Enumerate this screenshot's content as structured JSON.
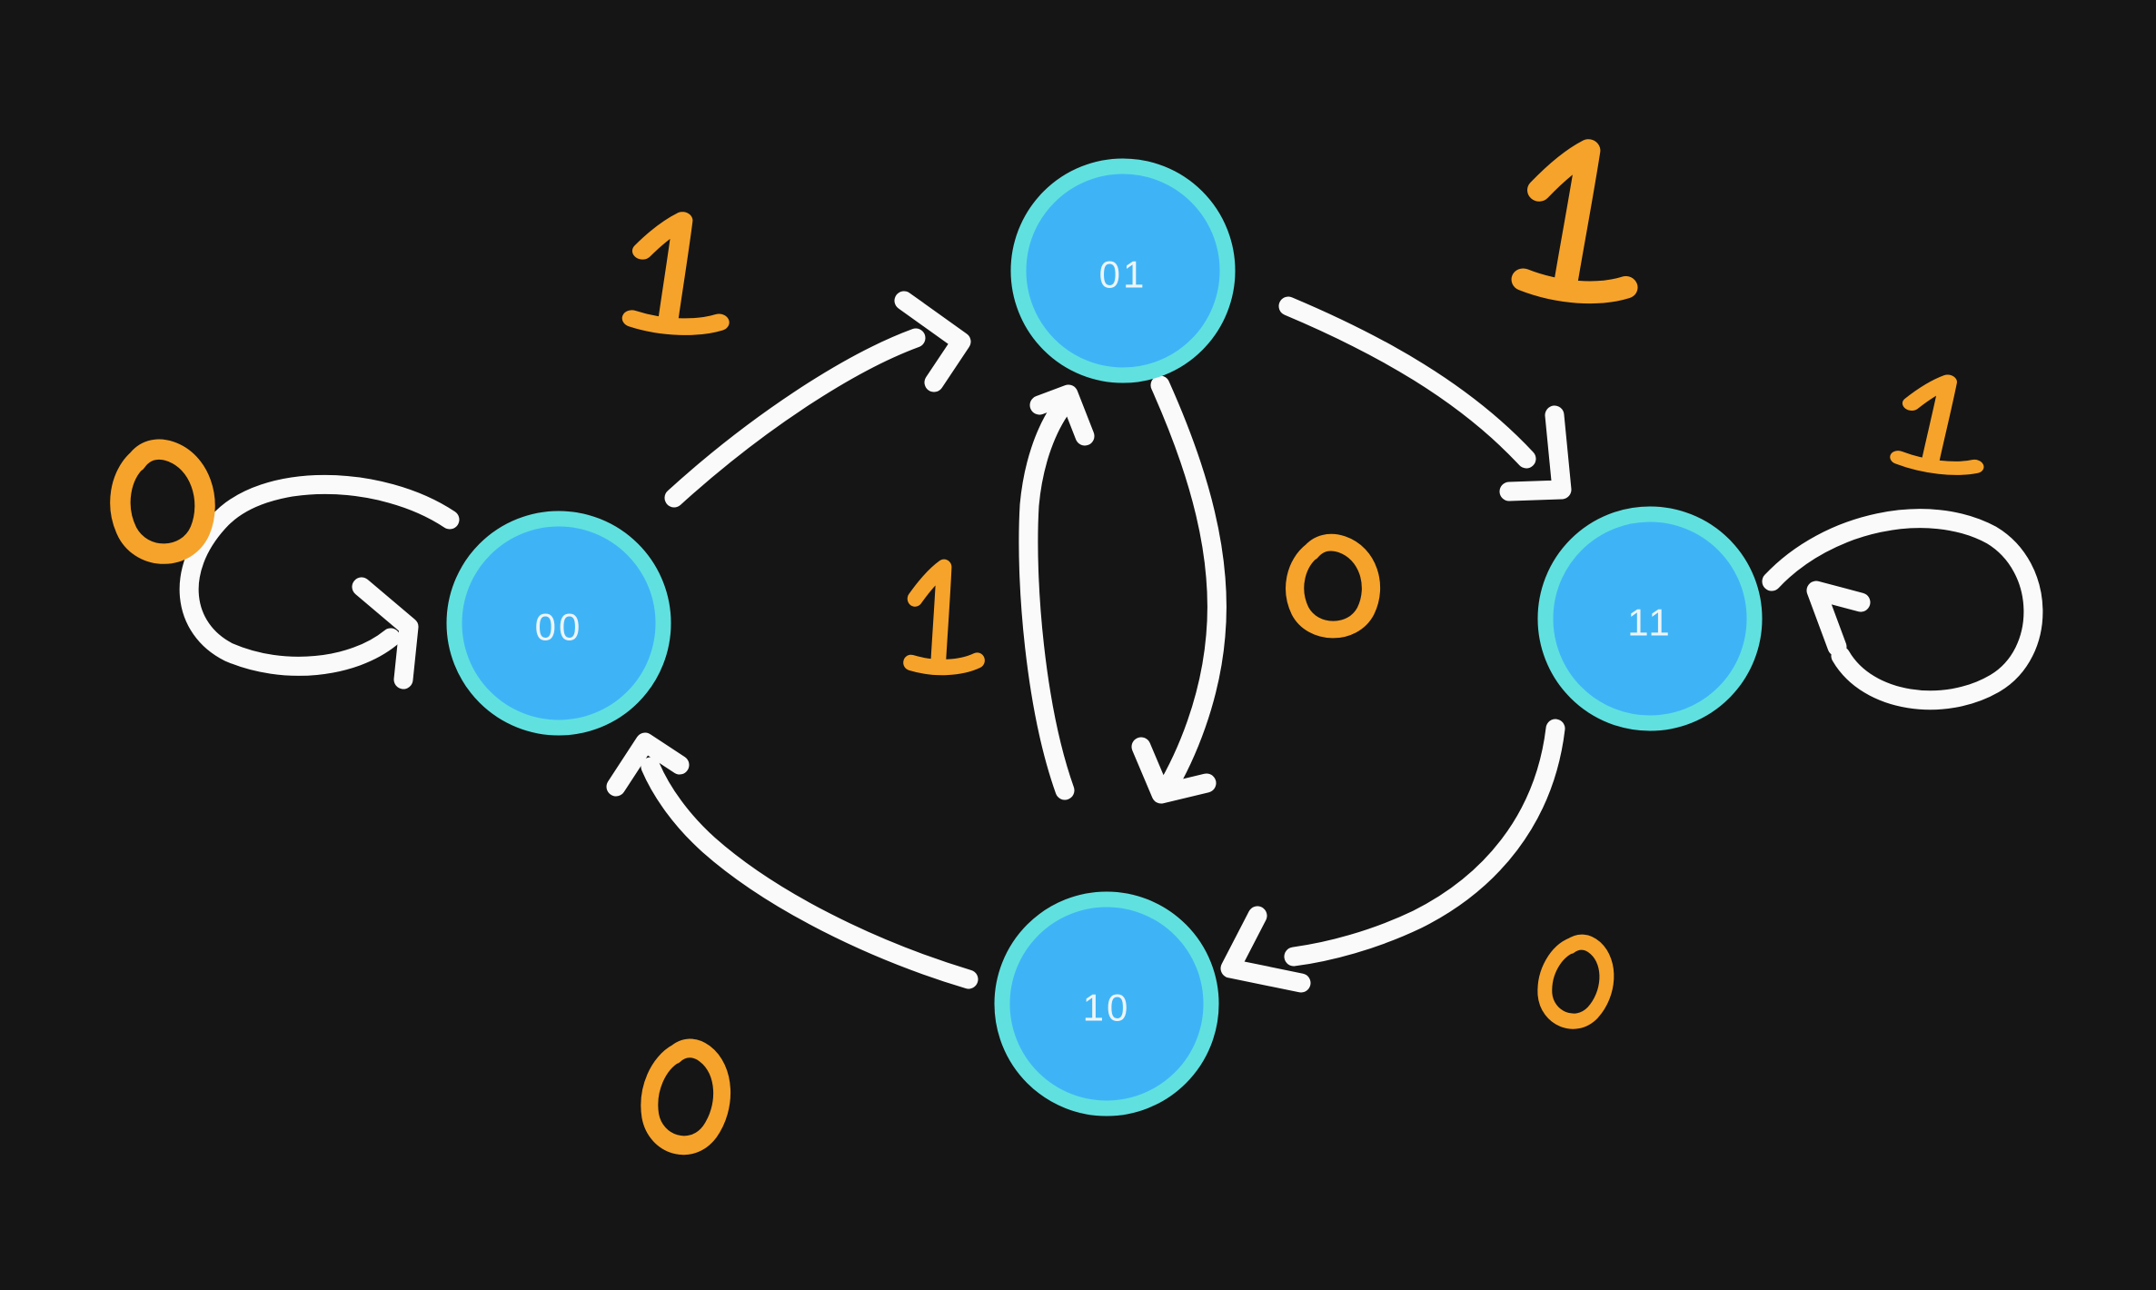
{
  "app": {
    "title": "hand-drawn finite state machine diagram",
    "background_color": "#151515"
  },
  "palette": {
    "node_fill": "#3eb4f7",
    "node_ring": "#60e1df",
    "arrow_ink": "#fafafa",
    "edge_label_ink": "#f6a32b",
    "node_text": "#eef4f6"
  },
  "diagram": {
    "type": "state-machine",
    "states": [
      {
        "id": "00",
        "label": "00"
      },
      {
        "id": "01",
        "label": "01"
      },
      {
        "id": "11",
        "label": "11"
      },
      {
        "id": "10",
        "label": "10"
      }
    ],
    "transitions": [
      {
        "from": "00",
        "to": "00",
        "symbol": "0",
        "kind": "self-loop-left"
      },
      {
        "from": "00",
        "to": "01",
        "symbol": "1",
        "kind": "curve"
      },
      {
        "from": "01",
        "to": "11",
        "symbol": "1",
        "kind": "curve"
      },
      {
        "from": "11",
        "to": "11",
        "symbol": "1",
        "kind": "self-loop-right"
      },
      {
        "from": "01",
        "to": "10",
        "symbol": "0",
        "kind": "curve"
      },
      {
        "from": "10",
        "to": "01",
        "symbol": "1",
        "kind": "curve"
      },
      {
        "from": "11",
        "to": "10",
        "symbol": "0",
        "kind": "curve"
      },
      {
        "from": "10",
        "to": "00",
        "symbol": "0",
        "kind": "curve"
      }
    ]
  }
}
